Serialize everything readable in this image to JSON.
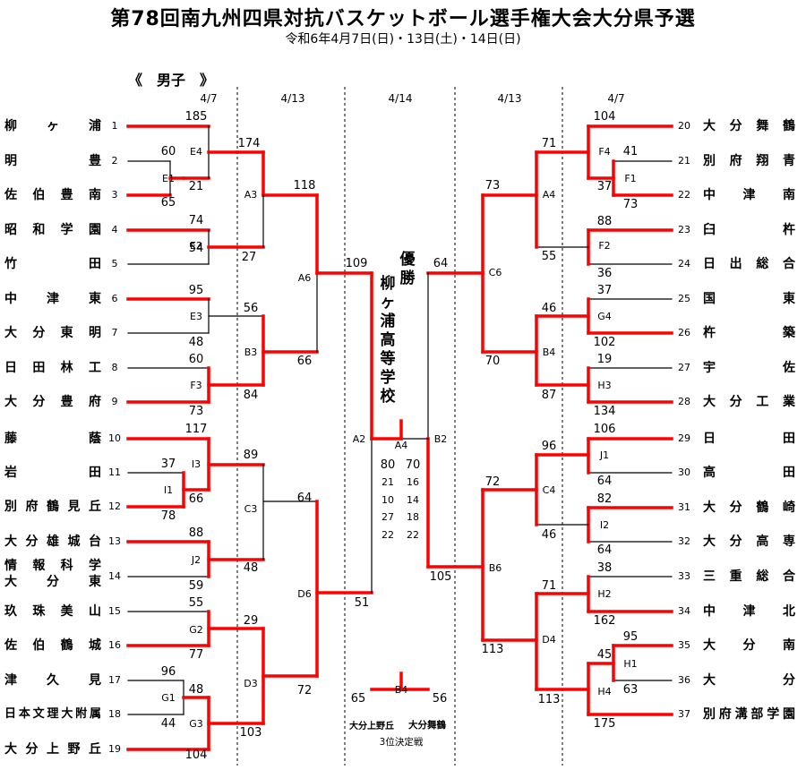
{
  "title": "第78回南九州四県対抗バスケットボール選手権大会大分県予選",
  "dates": "令和6年4月7日(日)・13日(土)・14日(日)",
  "category": "《　男子　》",
  "rounds": [
    "4/7",
    "4/13",
    "4/14",
    "4/13",
    "4/7"
  ],
  "left_teams": [
    {
      "no": "1",
      "name": "柳ヶ浦"
    },
    {
      "no": "2",
      "name": "明豊"
    },
    {
      "no": "3",
      "name": "佐伯豊南"
    },
    {
      "no": "4",
      "name": "昭和学園"
    },
    {
      "no": "5",
      "name": "竹田"
    },
    {
      "no": "6",
      "name": "中津東"
    },
    {
      "no": "7",
      "name": "大分東明"
    },
    {
      "no": "8",
      "name": "日田林工"
    },
    {
      "no": "9",
      "name": "大分豊府"
    },
    {
      "no": "10",
      "name": "藤蔭"
    },
    {
      "no": "11",
      "name": "岩田"
    },
    {
      "no": "12",
      "name": "別府鶴見丘"
    },
    {
      "no": "13",
      "name": "大分雄城台"
    },
    {
      "no": "14",
      "name": "情報科学",
      "name2": "大分東"
    },
    {
      "no": "15",
      "name": "玖珠美山"
    },
    {
      "no": "16",
      "name": "佐伯鶴城"
    },
    {
      "no": "17",
      "name": "津久見"
    },
    {
      "no": "18",
      "name": "日本文理大附属"
    },
    {
      "no": "19",
      "name": "大分上野丘"
    }
  ],
  "right_teams": [
    {
      "no": "20",
      "name": "大分舞鶴"
    },
    {
      "no": "21",
      "name": "別府翔青"
    },
    {
      "no": "22",
      "name": "中津南"
    },
    {
      "no": "23",
      "name": "臼杵"
    },
    {
      "no": "24",
      "name": "日出総合"
    },
    {
      "no": "25",
      "name": "国東"
    },
    {
      "no": "26",
      "name": "杵築"
    },
    {
      "no": "27",
      "name": "宇佐"
    },
    {
      "no": "28",
      "name": "大分工業"
    },
    {
      "no": "29",
      "name": "日田"
    },
    {
      "no": "30",
      "name": "高田"
    },
    {
      "no": "31",
      "name": "大分鶴崎"
    },
    {
      "no": "32",
      "name": "大分高専"
    },
    {
      "no": "33",
      "name": "三重総合"
    },
    {
      "no": "34",
      "name": "中津北"
    },
    {
      "no": "35",
      "name": "大分南"
    },
    {
      "no": "36",
      "name": "大分"
    },
    {
      "no": "37",
      "name": "別府溝部学園"
    }
  ],
  "left_scores": [
    "185",
    "60",
    "21",
    "65",
    "74",
    "27",
    "54",
    "174",
    "118",
    "95",
    "56",
    "48",
    "66",
    "60",
    "84",
    "73",
    "109",
    "117",
    "89",
    "37",
    "66",
    "78",
    "64",
    "88",
    "48",
    "59",
    "51",
    "55",
    "29",
    "77",
    "96",
    "48",
    "72",
    "44",
    "103",
    "104"
  ],
  "right_scores": [
    "104",
    "71",
    "41",
    "37",
    "73",
    "73",
    "88",
    "55",
    "36",
    "64",
    "37",
    "46",
    "102",
    "70",
    "19",
    "87",
    "134",
    "106",
    "96",
    "64",
    "72",
    "82",
    "46",
    "64",
    "38",
    "71",
    "162",
    "105",
    "95",
    "45",
    "63",
    "113",
    "113",
    "175"
  ],
  "match_labels": [
    "E4",
    "E1",
    "E2",
    "A3",
    "E3",
    "B3",
    "A6",
    "F3",
    "I3",
    "I1",
    "C3",
    "J2",
    "G2",
    "D6",
    "G1",
    "G3",
    "D3",
    "A2",
    "F4",
    "F1",
    "A4",
    "F2",
    "C6",
    "G4",
    "B4",
    "H3",
    "B2",
    "J1",
    "C4",
    "I2",
    "H2",
    "D4",
    "B6",
    "H1",
    "H4",
    "A4",
    "B4"
  ],
  "champion": {
    "heading": [
      "優",
      "勝"
    ],
    "name": [
      "柳",
      "ヶ",
      "浦",
      "高",
      "等",
      "学",
      "校"
    ]
  },
  "final_quarters": [
    {
      "left": "80",
      "right": "70"
    },
    {
      "left": "21",
      "right": "16"
    },
    {
      "left": "10",
      "right": "14"
    },
    {
      "left": "27",
      "right": "18"
    },
    {
      "left": "22",
      "right": "22"
    }
  ],
  "third_place": {
    "left_score": "65",
    "right_score": "56",
    "left_team": "大分上野丘",
    "right_team": "大分舞鶴",
    "caption": "3位決定戦"
  },
  "colors": {
    "win_line": "#ff0000",
    "line": "#000000"
  }
}
